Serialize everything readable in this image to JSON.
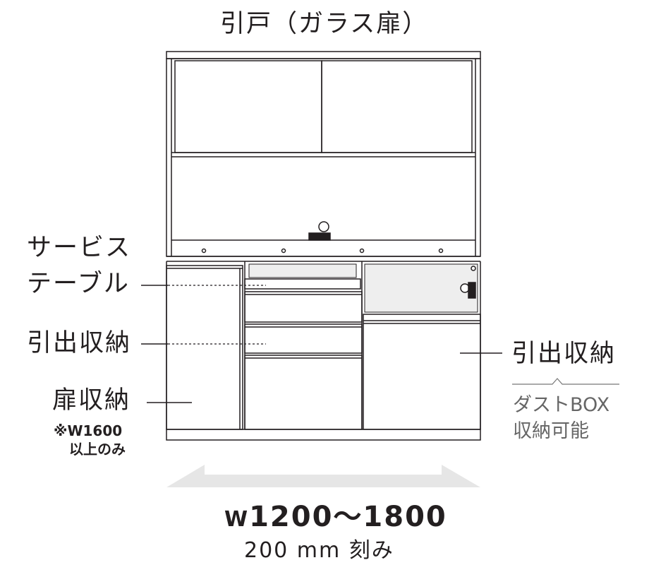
{
  "title": "引戸（ガラス扉）",
  "labels": {
    "service_table_1": "サービス",
    "service_table_2": "テーブル",
    "drawer_left": "引出収納",
    "door": "扉収納",
    "door_note_1": "※W1600",
    "door_note_2": "以上のみ",
    "drawer_right": "引出収納",
    "dust_1": "ダストBOX",
    "dust_2": "収納可能"
  },
  "width": {
    "prefix": "W",
    "range": "1200～1800",
    "step": "200 mm 刻み"
  },
  "colors": {
    "line": "#231f20",
    "panel": "#eeeeee",
    "arrow": "#e6e6e6",
    "note": "#666666"
  }
}
